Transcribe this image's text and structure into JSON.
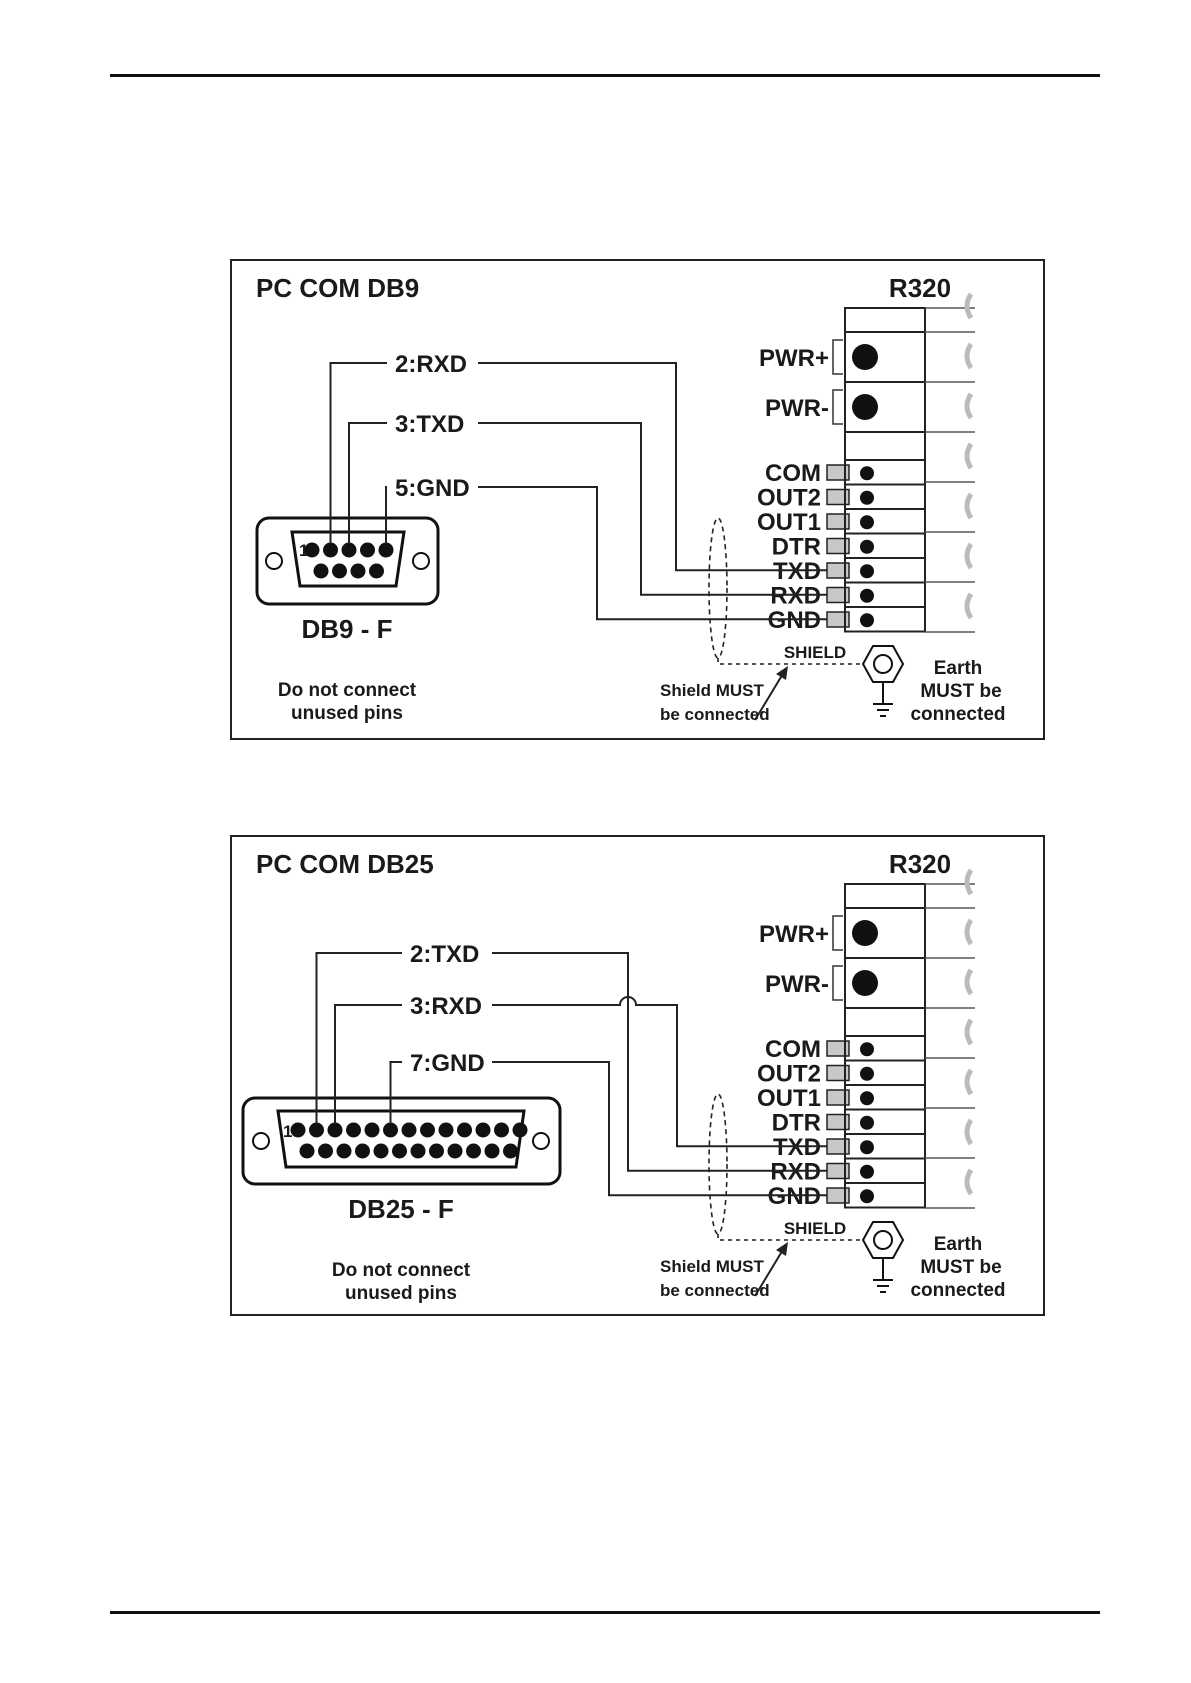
{
  "page": {
    "rule_color": "#111111"
  },
  "diagrams": [
    {
      "title": "PC COM DB9",
      "device": "R320",
      "wires": [
        "2:RXD",
        "3:TXD",
        "5:GND"
      ],
      "connector": {
        "label": "DB9 - F",
        "pin1": "1"
      },
      "note": [
        "Do not connect",
        "unused pins"
      ],
      "power_terminals": [
        "PWR+",
        "PWR-"
      ],
      "signal_terminals": [
        "COM",
        "OUT2",
        "OUT1",
        "DTR",
        "TXD",
        "RXD",
        "GND"
      ],
      "shield": "SHIELD",
      "shield_note": [
        "Shield MUST",
        "be connected"
      ],
      "earth_note": [
        "Earth",
        "MUST be",
        "connected"
      ],
      "crossover": false
    },
    {
      "title": "PC COM DB25",
      "device": "R320",
      "wires": [
        "2:TXD",
        "3:RXD",
        "7:GND"
      ],
      "connector": {
        "label": "DB25 - F",
        "pin1": "1"
      },
      "note": [
        "Do not connect",
        "unused pins"
      ],
      "power_terminals": [
        "PWR+",
        "PWR-"
      ],
      "signal_terminals": [
        "COM",
        "OUT2",
        "OUT1",
        "DTR",
        "TXD",
        "RXD",
        "GND"
      ],
      "shield": "SHIELD",
      "shield_note": [
        "Shield MUST",
        "be connected"
      ],
      "earth_note": [
        "Earth",
        "MUST be",
        "connected"
      ],
      "crossover": true
    }
  ]
}
